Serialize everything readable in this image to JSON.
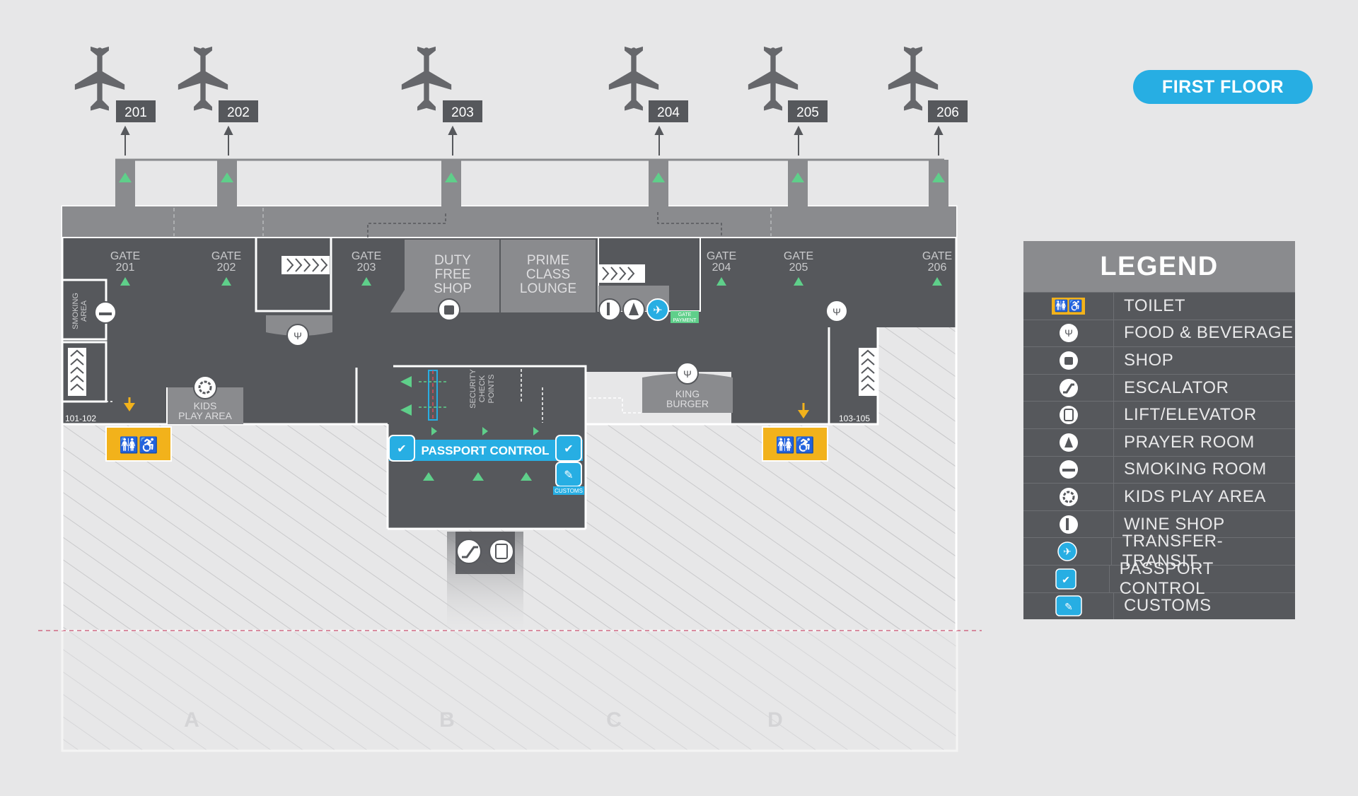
{
  "floor": {
    "label": "FIRST FLOOR"
  },
  "gates": [
    {
      "number": "201",
      "name_line1": "GATE",
      "name_line2": "201"
    },
    {
      "number": "202",
      "name_line1": "GATE",
      "name_line2": "202"
    },
    {
      "number": "203",
      "name_line1": "GATE",
      "name_line2": "203"
    },
    {
      "number": "204",
      "name_line1": "GATE",
      "name_line2": "204"
    },
    {
      "number": "205",
      "name_line1": "GATE",
      "name_line2": "205"
    },
    {
      "number": "206",
      "name_line1": "GATE",
      "name_line2": "206"
    }
  ],
  "areas": {
    "duty_free": [
      "DUTY",
      "FREE",
      "SHOP"
    ],
    "prime_lounge": [
      "PRIME",
      "CLASS",
      "LOUNGE"
    ],
    "smoking": [
      "SMOKING",
      "AREA"
    ],
    "kids": [
      "KIDS",
      "PLAY AREA"
    ],
    "king_burger": [
      "KING",
      "BURGER"
    ],
    "security": [
      "SECURITY",
      "CHECK",
      "POINTS"
    ],
    "passport_control": "PASSPORT CONTROL",
    "customs": "CUSTOMS",
    "gate_payment": [
      "GATE",
      "PAYMENT"
    ],
    "room_left": "101-102",
    "room_right": "103-105",
    "ground_labels": [
      "A",
      "B",
      "C",
      "D"
    ]
  },
  "legend": {
    "title": "LEGEND",
    "items": [
      {
        "label": "TOILET",
        "icon": "toilet-icon"
      },
      {
        "label": "FOOD & BEVERAGE",
        "icon": "food-beverage-icon"
      },
      {
        "label": "SHOP",
        "icon": "shop-icon"
      },
      {
        "label": "ESCALATOR",
        "icon": "escalator-icon"
      },
      {
        "label": "LIFT/ELEVATOR",
        "icon": "lift-elevator-icon"
      },
      {
        "label": "PRAYER ROOM",
        "icon": "prayer-room-icon"
      },
      {
        "label": "SMOKING ROOM",
        "icon": "smoking-room-icon"
      },
      {
        "label": "KIDS PLAY AREA",
        "icon": "kids-play-area-icon"
      },
      {
        "label": "WINE SHOP",
        "icon": "wine-shop-icon"
      },
      {
        "label": "TRANSFER-TRANSIT",
        "icon": "transfer-transit-icon"
      },
      {
        "label": "PASSPORT CONTROL",
        "icon": "passport-control-icon"
      },
      {
        "label": "CUSTOMS",
        "icon": "customs-icon"
      }
    ]
  },
  "colors": {
    "background": "#e7e7e8",
    "floor_dark": "#56585c",
    "corridor": "#8a8b8e",
    "accent_blue": "#27aee3",
    "toilet_yellow": "#f2b21b",
    "arrow_green": "#5fcf8a"
  }
}
